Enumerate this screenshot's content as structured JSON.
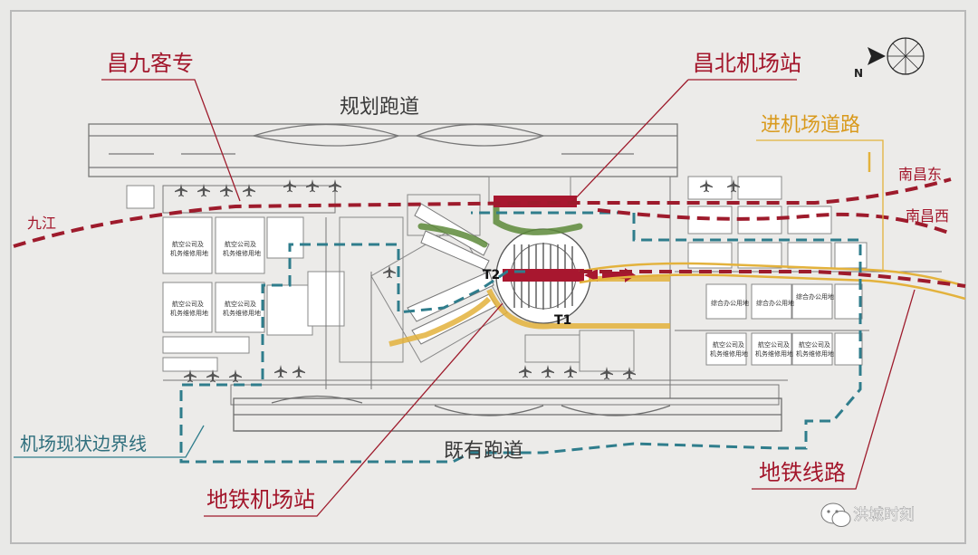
{
  "labels": {
    "chang_jiu": "昌九客专",
    "planned_runway": "规划跑道",
    "changbei_station": "昌北机场站",
    "airport_road": "进机场道路",
    "nanchang_east": "南昌东",
    "nanchang_west": "南昌西",
    "jiujiang": "九江",
    "boundary": "机场现状边界线",
    "existing_runway": "既有跑道",
    "metro_station": "地铁机场站",
    "metro_line": "地铁线路",
    "t2": "T2",
    "t1": "T1",
    "north": "N",
    "plot_airline_1": "航空公司及",
    "plot_airline_2": "机务维修用地",
    "plot_office": "综合办公用地",
    "watermark": "洪城时刻"
  },
  "colors": {
    "rail": "#9e1b2c",
    "metro": "#2f7d8c",
    "road": "#e3b23c",
    "station_bar": "#a8172f",
    "green": "#5d8a3a",
    "label_red": "#a3162b",
    "label_teal": "#2f6f7d",
    "label_orange": "#d99a1d"
  },
  "icons": [
    "compass-icon",
    "airplane-icon",
    "wechat-icon"
  ]
}
